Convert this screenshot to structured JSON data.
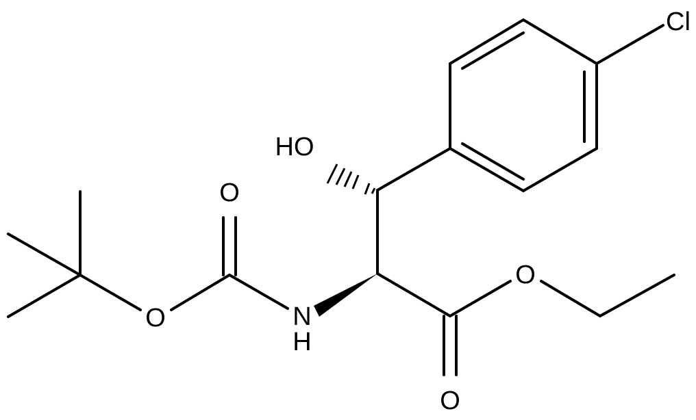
{
  "molecule": {
    "atom_labels": {
      "chlorine": "Cl",
      "hydroxyl": "HO",
      "carbonyl_oxygen_boc": "O",
      "ester_oxygen_boc": "O",
      "amine": "N",
      "amine_hydrogen": "H",
      "ester_oxygen_ethyl": "O",
      "carbonyl_oxygen_ester": "O"
    }
  }
}
